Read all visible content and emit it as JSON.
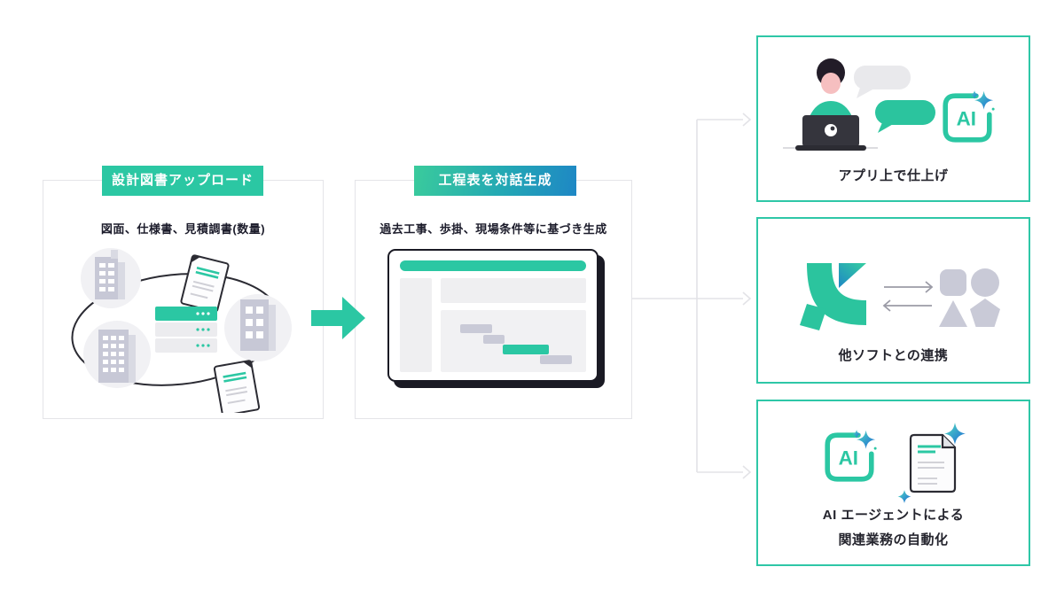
{
  "left_box": {
    "banner": "設計図書アップロード",
    "subtitle": "図面、仕様書、見積調書(数量)"
  },
  "middle_box": {
    "banner": "工程表を対話生成",
    "subtitle": "過去工事、歩掛、現場条件等に基づき生成"
  },
  "right_boxes": [
    {
      "label": "アプリ上で仕上げ"
    },
    {
      "label": "他ソフトとの連携"
    },
    {
      "label": "AI エージェントによる",
      "label2": "関連業務の自動化"
    }
  ],
  "icons": {
    "ai_text": "AI"
  },
  "colors": {
    "brand_green": "#2BC7A3",
    "banner_gradient_start": "#3ACB9C",
    "banner_gradient_end": "#1E87C5",
    "dark_navy": "#1A1A24",
    "shape_gray": "#C9CAD7",
    "connector_gray": "#E3E3E7"
  }
}
